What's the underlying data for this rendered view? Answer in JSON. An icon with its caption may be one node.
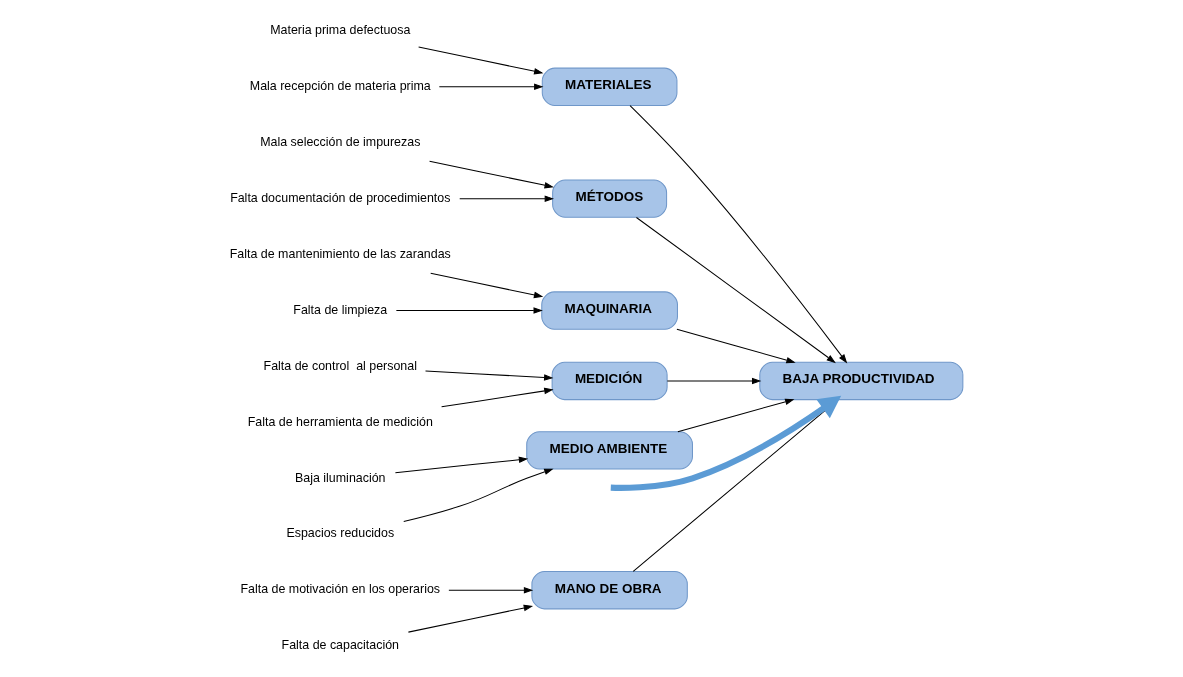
{
  "diagram": {
    "nodes": [
      {
        "text": [
          "MANO DE OBRA"
        ]
      },
      {
        "text": [
          "MATERIALES"
        ]
      },
      {
        "text": [
          "MÉTODOS"
        ]
      },
      {
        "text": [
          "BAJA PRODUCTIVIDAD"
        ]
      },
      {
        "text": [
          "Falta de motivación en los operarios"
        ]
      },
      {
        "text": [
          "Materia prima defectuosa"
        ]
      },
      {
        "text": [
          "Mala selección de impurezas"
        ]
      },
      {
        "text": [
          "Falta de capacitación"
        ]
      },
      {
        "text": [
          "Mala recepción de materia prima"
        ]
      },
      {
        "text": [
          "Falta documentación de procedimientos"
        ]
      },
      {
        "text": [
          "Falta de mantenimiento de las zarandas"
        ]
      },
      {
        "text": [
          "Falta de control  al personal"
        ]
      },
      {
        "text": [
          "Baja iluminación"
        ]
      },
      {
        "text": [
          "Falta de limpieza"
        ]
      },
      {
        "text": [
          "Falta de herramienta de medición"
        ]
      },
      {
        "text": [
          "Espacios reducidos"
        ]
      },
      {
        "text": [
          "MAQUINARIA"
        ]
      },
      {
        "text": [
          "MEDICIÓN"
        ]
      },
      {
        "text": [
          "MEDIO AMBIENTE"
        ]
      }
    ],
    "edges": [
      {
        "from": null,
        "to": 3,
        "arrow": "to",
        "style": "thick",
        "color": "#5b9bd5"
      },
      {
        "from": 0,
        "to": 3,
        "arrow": "to"
      },
      {
        "from": 1,
        "to": 3,
        "arrow": "to"
      },
      {
        "from": 2,
        "to": 3,
        "arrow": "to"
      },
      {
        "from": 16,
        "to": 3,
        "arrow": "to"
      },
      {
        "from": 17,
        "to": 3,
        "arrow": "to"
      },
      {
        "from": 18,
        "to": 3,
        "arrow": "to"
      },
      {
        "from": 4,
        "to": 0,
        "arrow": "to"
      },
      {
        "from": 7,
        "to": 0,
        "arrow": "to"
      },
      {
        "from": 5,
        "to": 1,
        "arrow": "to"
      },
      {
        "from": 8,
        "to": 1,
        "arrow": "to"
      },
      {
        "from": 6,
        "to": 2,
        "arrow": "to"
      },
      {
        "from": 9,
        "to": 2,
        "arrow": "to"
      },
      {
        "from": 10,
        "to": 16,
        "arrow": "to"
      },
      {
        "from": 13,
        "to": 16,
        "arrow": "to"
      },
      {
        "from": 11,
        "to": 17,
        "arrow": "to"
      },
      {
        "from": 14,
        "to": 17,
        "arrow": "to"
      },
      {
        "from": 12,
        "to": 18,
        "arrow": "to"
      },
      {
        "from": 15,
        "to": 18,
        "arrow": "to"
      }
    ]
  }
}
